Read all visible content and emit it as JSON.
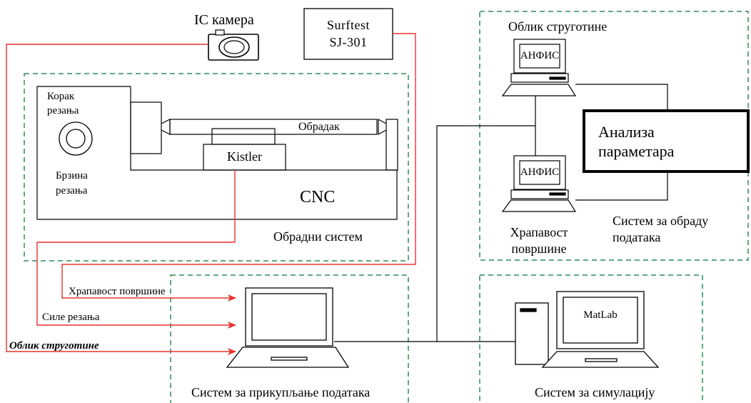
{
  "camera": {
    "label": "IC камера"
  },
  "surftest": {
    "line1": "Surftest",
    "line2": "SJ-301"
  },
  "machining": {
    "feed_label": "Корак\nрезања",
    "speed_label": "Брзина\nрезања",
    "workpiece_label": "Обрадак",
    "kistler_label": "Kistler",
    "cnc_label": "CNC",
    "system_label": "Обрадни систем"
  },
  "processing": {
    "chip_shape_title": "Облик струготине",
    "monitor_top": "АНФИС",
    "monitor_bottom": "АНФИС",
    "analysis_label": "Анализа\nпараметара",
    "roughness_label": "Храпавост\nповршине",
    "system_label": "Систем за обраду\nподатака"
  },
  "acquisition": {
    "arrow_roughness": "Храпавост површине",
    "arrow_forces": "Силе резања",
    "arrow_chip": "Облик струготине",
    "system_label": "Систем за прикупљање података"
  },
  "simulation": {
    "monitor_label": "MatLab",
    "system_label": "Систем за симулацију"
  },
  "colors": {
    "signal_line": "#e8322f",
    "dashed_border": "#2e8b57",
    "line": "#000000"
  }
}
